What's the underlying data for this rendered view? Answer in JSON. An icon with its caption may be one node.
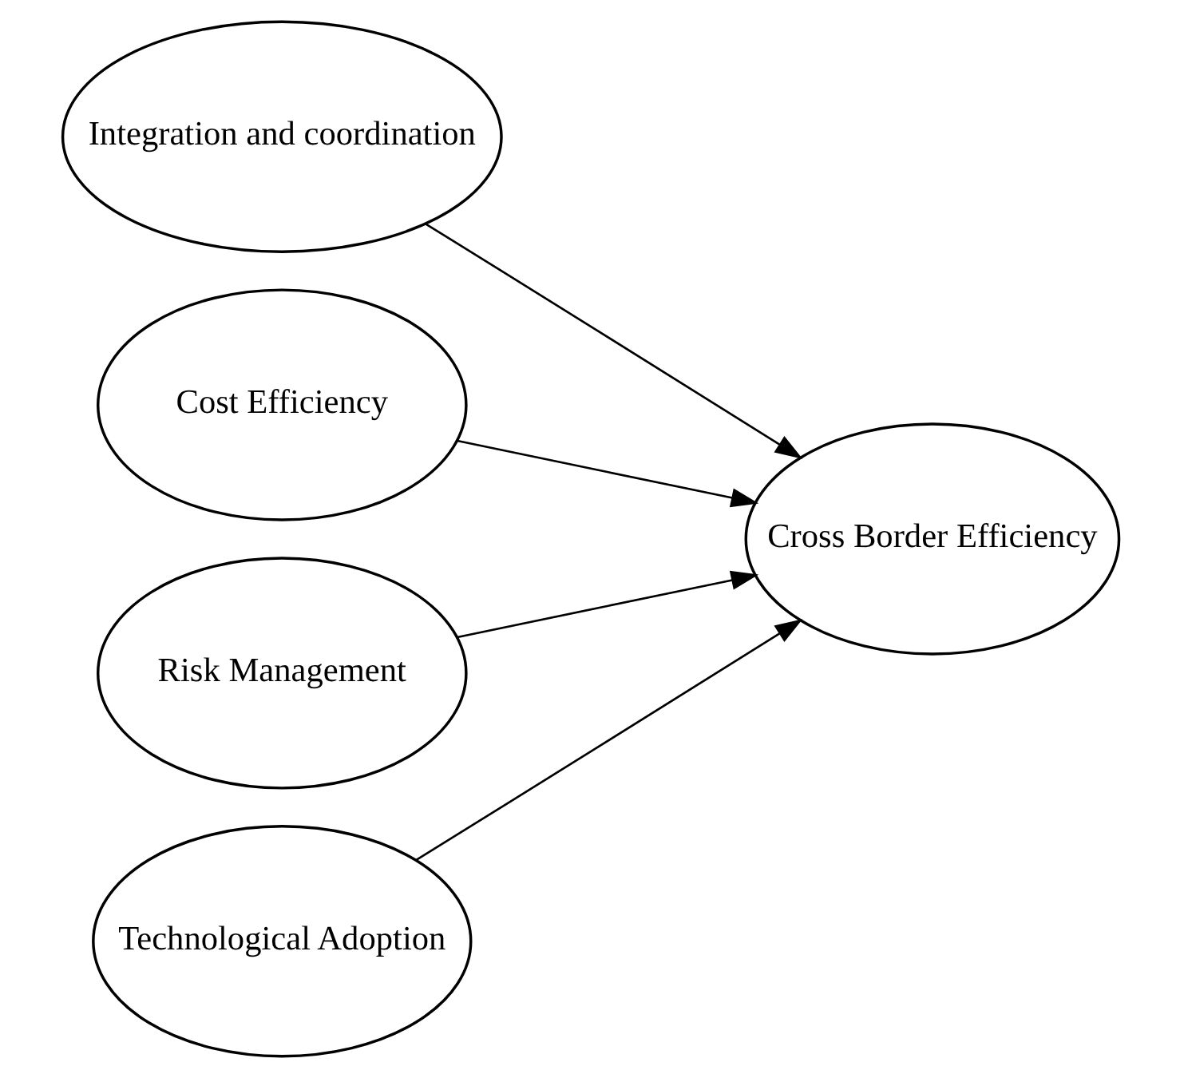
{
  "diagram": {
    "nodes": [
      {
        "text": [
          "Integration and coordination"
        ]
      },
      {
        "text": [
          "Cost Efficiency"
        ]
      },
      {
        "text": [
          "Risk Management"
        ]
      },
      {
        "text": [
          "Technological Adoption"
        ]
      },
      {
        "text": [
          "Cross Border Efficiency"
        ]
      }
    ],
    "edges": [
      {
        "from": 0,
        "to": 4,
        "arrow": "to"
      },
      {
        "from": 1,
        "to": 4,
        "arrow": "to"
      },
      {
        "from": 2,
        "to": 4,
        "arrow": "to"
      },
      {
        "from": 3,
        "to": 4,
        "arrow": "to"
      }
    ]
  }
}
